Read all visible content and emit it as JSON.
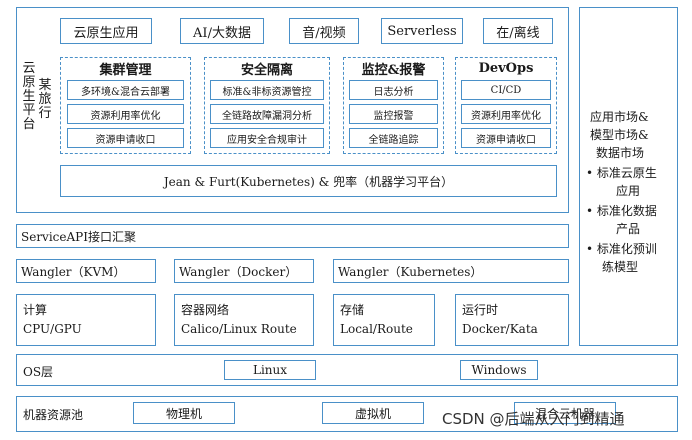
{
  "top_apps": [
    "云原生应用",
    "AI/大数据",
    "音/视频",
    "Serverless",
    "在/离线"
  ],
  "platform_label": [
    "云",
    "原",
    "生",
    "平",
    "台"
  ],
  "platform_label2": [
    "某",
    "旅",
    "行"
  ],
  "groups": [
    {
      "title": "集群管理",
      "items": [
        "多环境&混合云部署",
        "资源利用率优化",
        "资源申请收口"
      ]
    },
    {
      "title": "安全隔离",
      "items": [
        "标准&非标资源管控",
        "全链路故障漏洞分析",
        "应用安全合规审计"
      ]
    },
    {
      "title": "监控&报警",
      "items": [
        "日志分析",
        "监控报警",
        "全链路追踪"
      ]
    },
    {
      "title": "DevOps",
      "items": [
        "CI/CD",
        "资源利用率优化",
        "资源申请收口"
      ]
    }
  ],
  "platform_bar": "Jean & Furt(Kubernetes) & 兜率（机器学习平台）",
  "service_api": "ServiceAPI接口汇聚",
  "wanglers": [
    "Wangler（KVM）",
    "Wangler（Docker）",
    "Wangler（Kubernetes）"
  ],
  "infra": [
    {
      "l1": "计算",
      "l2": "CPU/GPU"
    },
    {
      "l1": "容器网络",
      "l2": "Calico/Linux Route"
    },
    {
      "l1": "存储",
      "l2": "Local/Route"
    },
    {
      "l1": "运行时",
      "l2": "Docker/Kata"
    }
  ],
  "os_layer": {
    "label": "OS层",
    "linux": "Linux",
    "windows": "Windows"
  },
  "pool": {
    "label": "机器资源池",
    "items": [
      "物理机",
      "虚拟机",
      "混合云机器"
    ]
  },
  "market": {
    "title": [
      "应用市场&",
      "模型市场&",
      "数据市场"
    ],
    "bullets": [
      [
        "• 标准云原生",
        "应用"
      ],
      [
        "• 标准化数据",
        "产品"
      ],
      [
        "• 标准化预训",
        "练模型"
      ]
    ]
  },
  "watermark": "CSDN @后端从入门到精通"
}
